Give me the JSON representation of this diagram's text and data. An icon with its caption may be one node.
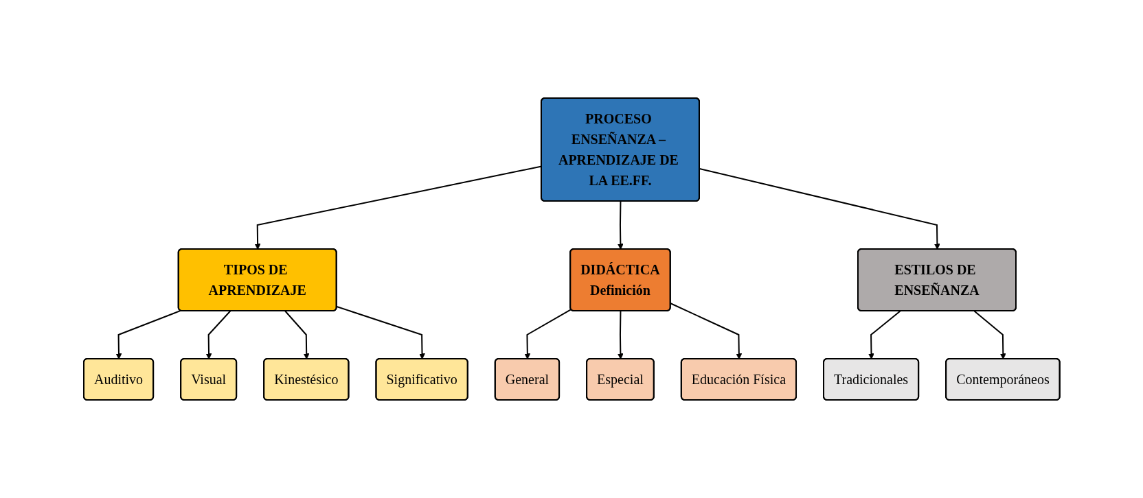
{
  "diagram": {
    "nodes": [
      {
        "text": [
          "PROCESO ENSEÑANZA – APRENDIZAJE DE LA EE.FF."
        ]
      },
      {
        "text": [
          "TIPOS DE APRENDIZAJE"
        ]
      },
      {
        "text": [
          "Auditivo"
        ]
      },
      {
        "text": [
          "Visual"
        ]
      },
      {
        "text": [
          "Kinestésico"
        ]
      },
      {
        "text": [
          "Significativo"
        ]
      },
      {
        "text": [
          "DIDÁCTICA",
          "Definición"
        ]
      },
      {
        "text": [
          "General"
        ]
      },
      {
        "text": [
          "Especial"
        ]
      },
      {
        "text": [
          "Educación Física"
        ]
      },
      {
        "text": [
          "ESTILOS DE ENSEÑANZA"
        ]
      },
      {
        "text": [
          "Tradicionales"
        ]
      },
      {
        "text": [
          "Contemporáneos"
        ]
      }
    ],
    "edges": [
      {
        "from": 0,
        "to": 1,
        "arrow": "to"
      },
      {
        "from": 1,
        "to": 2,
        "arrow": "to"
      },
      {
        "from": 1,
        "to": 3,
        "arrow": "to"
      },
      {
        "from": 1,
        "to": 4,
        "arrow": "to"
      },
      {
        "from": 1,
        "to": 5,
        "arrow": "to"
      },
      {
        "from": 0,
        "to": 6,
        "arrow": "to"
      },
      {
        "from": 6,
        "to": 7,
        "arrow": "to"
      },
      {
        "from": 6,
        "to": 8,
        "arrow": "to"
      },
      {
        "from": 6,
        "to": 9,
        "arrow": "to"
      },
      {
        "from": 0,
        "to": 10,
        "arrow": "to"
      },
      {
        "from": 10,
        "to": 11,
        "arrow": "to"
      },
      {
        "from": 10,
        "to": 12,
        "arrow": "to"
      }
    ]
  }
}
